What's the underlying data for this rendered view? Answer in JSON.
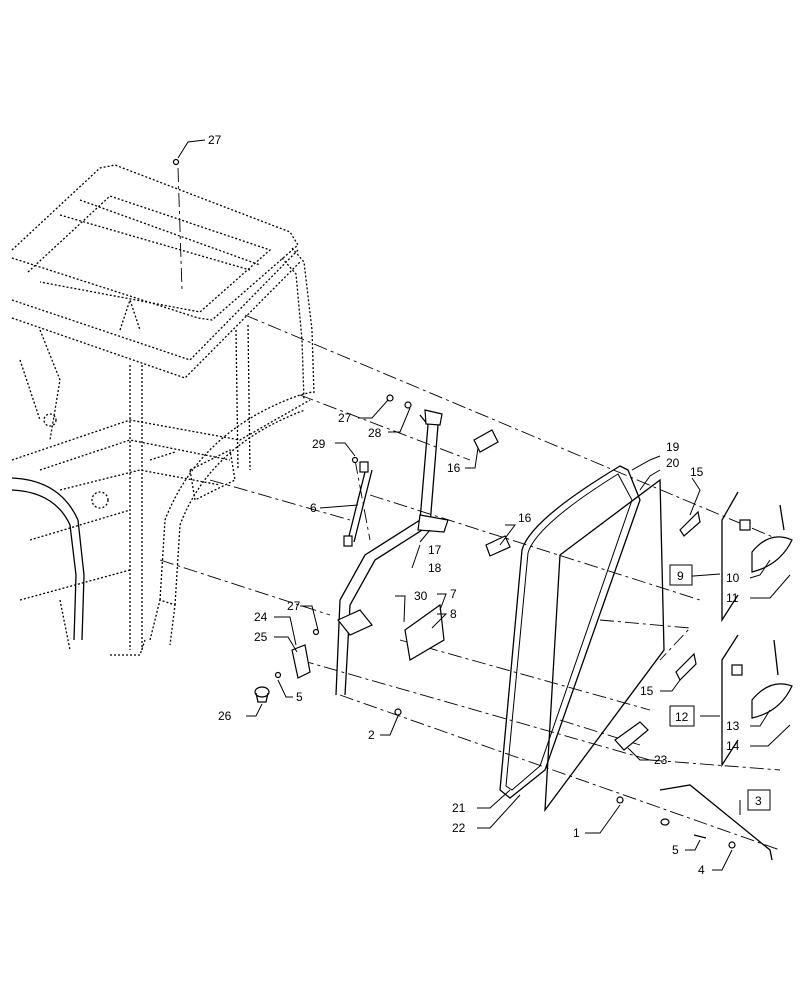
{
  "callouts": {
    "c1": "1",
    "c2": "2",
    "c3": "3",
    "c4": "4",
    "c5a": "5",
    "c5b": "5",
    "c6": "6",
    "c7": "7",
    "c8": "8",
    "c9": "9",
    "c10": "10",
    "c11": "11",
    "c12": "12",
    "c13": "13",
    "c14": "14",
    "c15a": "15",
    "c15b": "15",
    "c16a": "16",
    "c16b": "16",
    "c17": "17",
    "c18": "18",
    "c19": "19",
    "c20": "20",
    "c21": "21",
    "c22": "22",
    "c23": "23",
    "c24": "24",
    "c25": "25",
    "c26": "26",
    "c27a": "27",
    "c27b": "27",
    "c27c": "27",
    "c28": "28",
    "c29": "29",
    "c30": "30"
  }
}
